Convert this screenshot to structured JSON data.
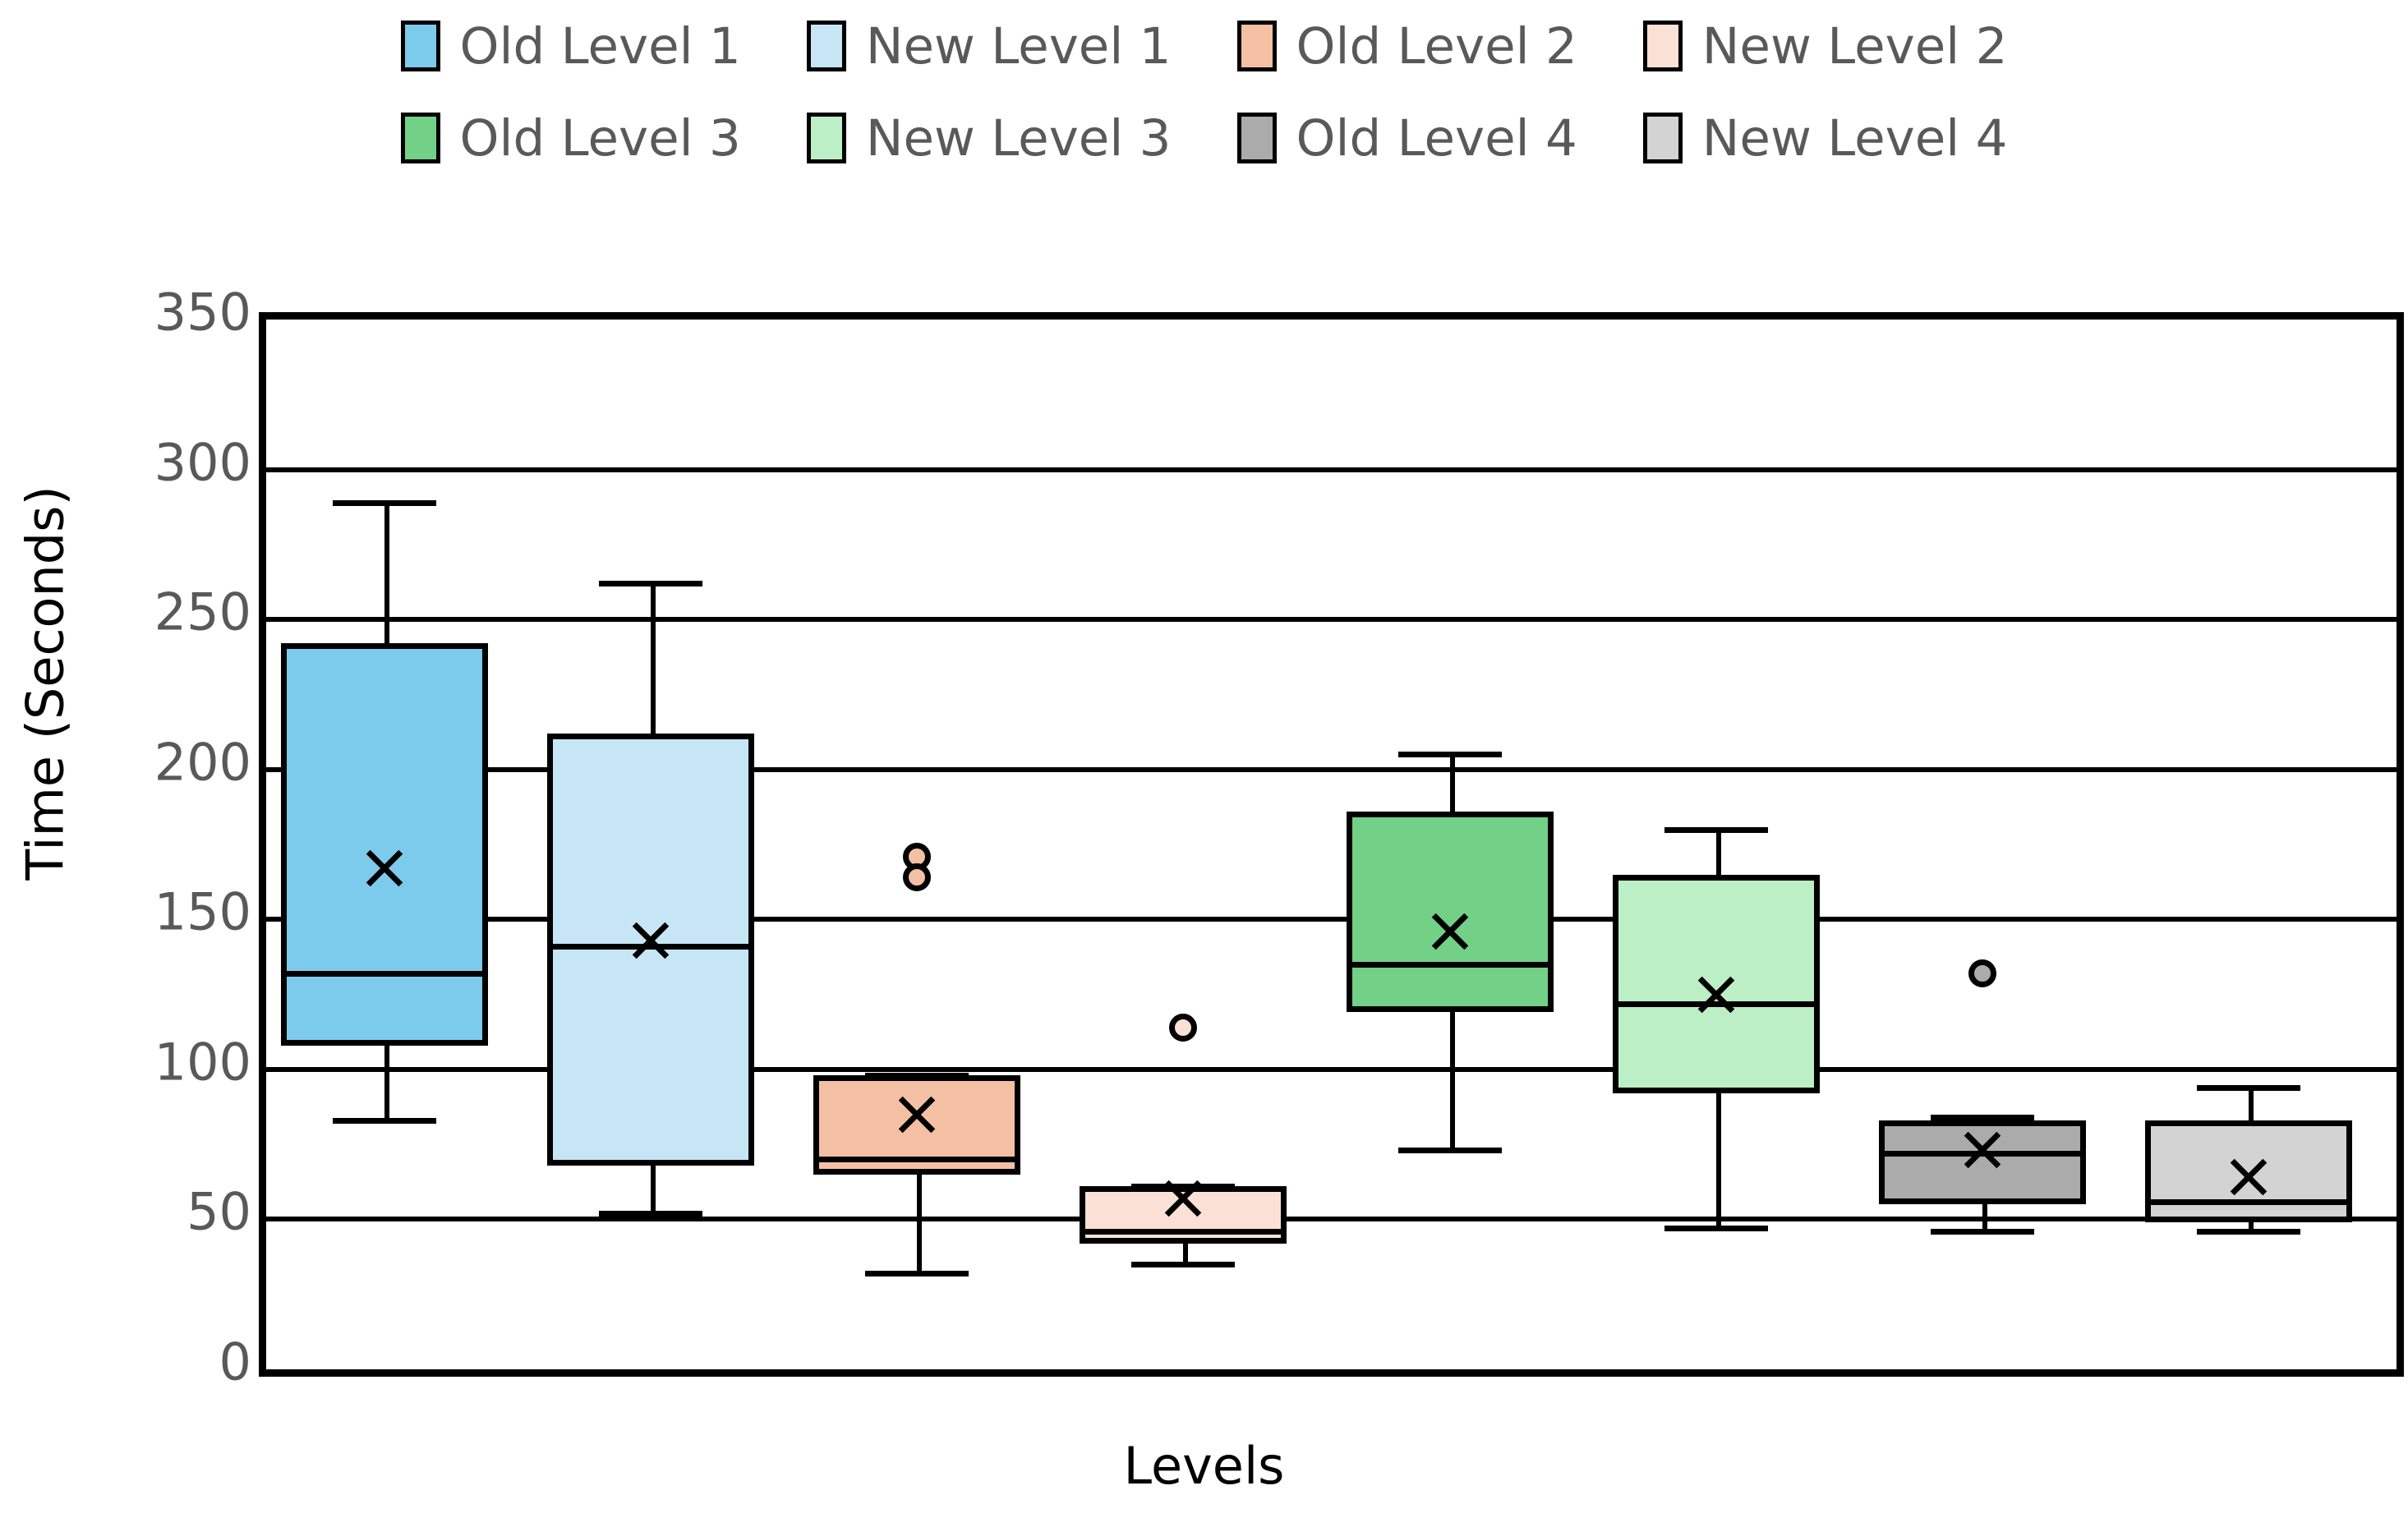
{
  "chart_data": {
    "type": "box",
    "title": "",
    "xlabel": "Levels",
    "ylabel": "Time (Seconds)",
    "ylim": [
      0,
      350
    ],
    "yticks": [
      0,
      50,
      100,
      150,
      200,
      250,
      300,
      350
    ],
    "ytick_labels": [
      "0",
      "50",
      "100",
      "150",
      "200",
      "250",
      "300",
      "350"
    ],
    "grid": "horizontal",
    "legend_position": "top",
    "mean_marker": "x",
    "outlier_marker": "open-circle",
    "series": [
      {
        "name": "Old Level 1",
        "color": "#7DCBEC",
        "min": 83,
        "q1": 108,
        "median": 132,
        "q3": 242,
        "max": 289,
        "mean": 167,
        "outliers": []
      },
      {
        "name": "New Level 1",
        "color": "#C7E6F5",
        "min": 52,
        "q1": 68,
        "median": 141,
        "q3": 212,
        "max": 262,
        "mean": 143,
        "outliers": []
      },
      {
        "name": "Old Level 2",
        "color": "#F4C0A3",
        "min": 32,
        "q1": 65,
        "median": 70,
        "q3": 98,
        "max": 98,
        "mean": 85,
        "outliers": [
          171,
          164
        ]
      },
      {
        "name": "New Level 2",
        "color": "#FBE1D5",
        "min": 35,
        "q1": 42,
        "median": 46,
        "q3": 61,
        "max": 61,
        "mean": 57,
        "outliers": [
          114
        ]
      },
      {
        "name": "Old Level 3",
        "color": "#72D186",
        "min": 73,
        "q1": 119,
        "median": 135,
        "q3": 186,
        "max": 205,
        "mean": 146,
        "outliers": []
      },
      {
        "name": "New Level 3",
        "color": "#BCEFC5",
        "min": 47,
        "q1": 92,
        "median": 122,
        "q3": 165,
        "max": 180,
        "mean": 125,
        "outliers": []
      },
      {
        "name": "Old Level 4",
        "color": "#ABABAB",
        "min": 46,
        "q1": 55,
        "median": 72,
        "q3": 83,
        "max": 84,
        "mean": 73,
        "outliers": [
          132
        ]
      },
      {
        "name": "New Level 4",
        "color": "#D3D3D3",
        "min": 46,
        "q1": 49,
        "median": 56,
        "q3": 83,
        "max": 94,
        "mean": 64,
        "outliers": []
      }
    ]
  },
  "legend": {
    "rows": [
      [
        {
          "label": "Old Level 1",
          "color": "#7DCBEC"
        },
        {
          "label": "New Level 1",
          "color": "#C7E6F5"
        },
        {
          "label": "Old Level 2",
          "color": "#F4C0A3"
        },
        {
          "label": "New Level 2",
          "color": "#FBE1D5"
        }
      ],
      [
        {
          "label": "Old Level 3",
          "color": "#72D186"
        },
        {
          "label": "New Level 3",
          "color": "#BCEFC5"
        },
        {
          "label": "Old Level 4",
          "color": "#ABABAB"
        },
        {
          "label": "New Level 4",
          "color": "#D3D3D3"
        }
      ]
    ]
  },
  "axes": {
    "x_title": "Levels",
    "y_title": "Time (Seconds)"
  }
}
